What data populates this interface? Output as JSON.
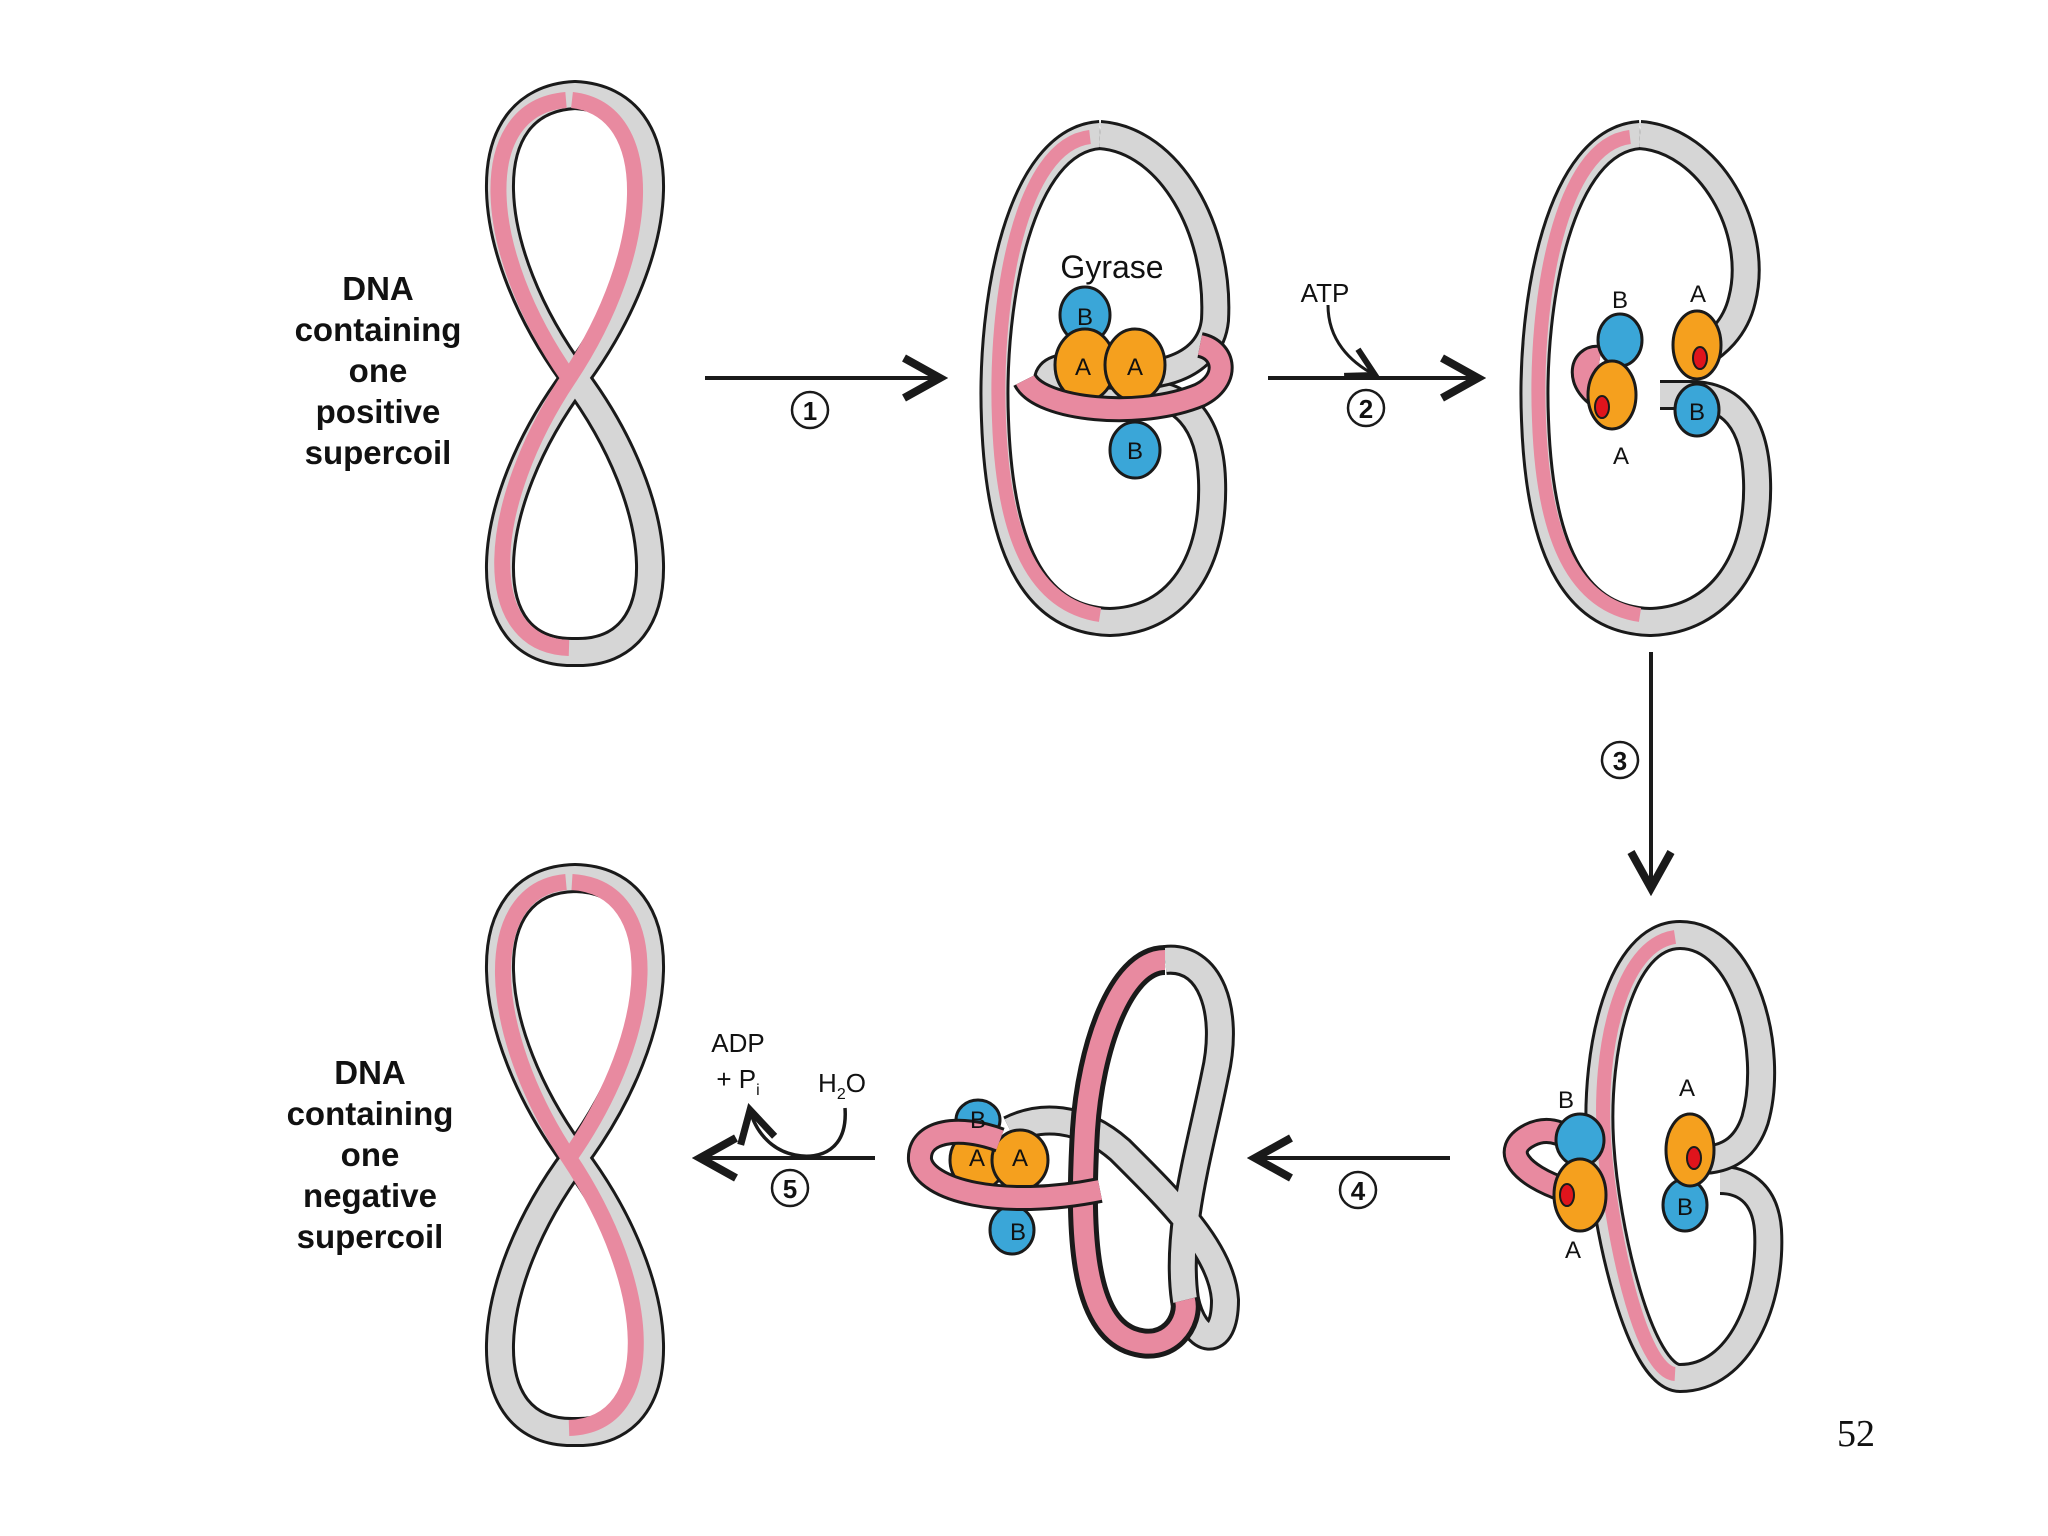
{
  "labels": {
    "start_lines": [
      "DNA",
      "containing",
      "one",
      "positive",
      "supercoil"
    ],
    "end_lines": [
      "DNA",
      "containing",
      "one",
      "negative",
      "supercoil"
    ],
    "gyrase": "Gyrase",
    "atp": "ATP",
    "adp": "ADP",
    "pi": "+ P",
    "pi_sub": "i",
    "h2o_h": "H",
    "h2o_sub": "2",
    "h2o_o": "O"
  },
  "steps": [
    "1",
    "2",
    "3",
    "4",
    "5"
  ],
  "subunits": {
    "a": "A",
    "b": "B"
  },
  "page_number": "52",
  "colors": {
    "dna_front": "#e88aa0",
    "dna_back": "#d6d6d6",
    "subunit_a": "#f5a01e",
    "subunit_b": "#3aa6d8",
    "cut_mark": "#e0141c",
    "outline": "#1a1a1a"
  }
}
